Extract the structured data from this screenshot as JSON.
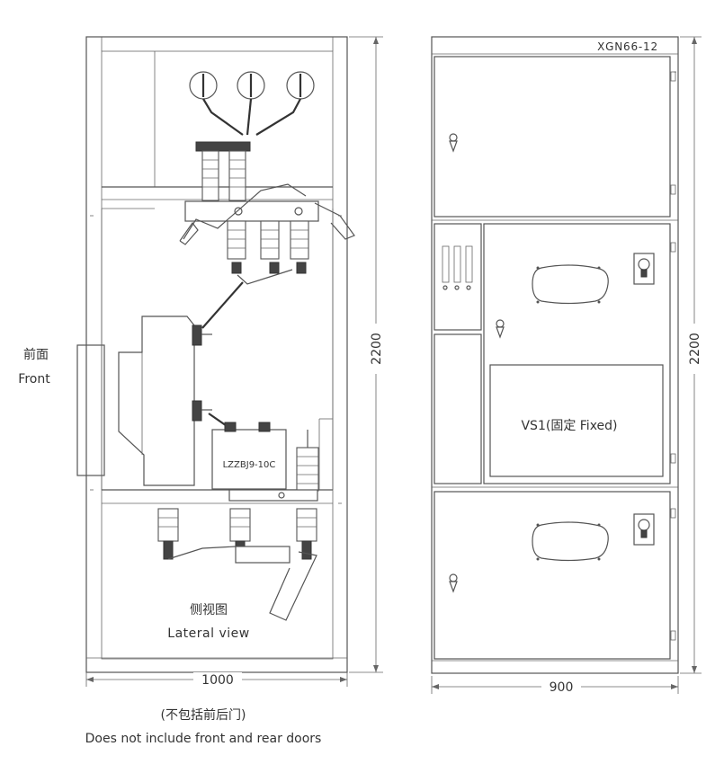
{
  "side_view": {
    "front_label_cn": "前面",
    "front_label_en": "Front",
    "view_label_cn": "侧视图",
    "view_label_en": "Lateral view",
    "ct_label": "LZZBJ9-10C",
    "width_dim": "1000",
    "height_dim": "2200"
  },
  "front_view": {
    "model_label": "XGN66-12",
    "breaker_label": "VS1(固定 Fixed)",
    "width_dim": "900",
    "height_dim": "2200"
  },
  "notes": {
    "cn": "(不包括前后门)",
    "en": "Does not include front and rear doors"
  }
}
